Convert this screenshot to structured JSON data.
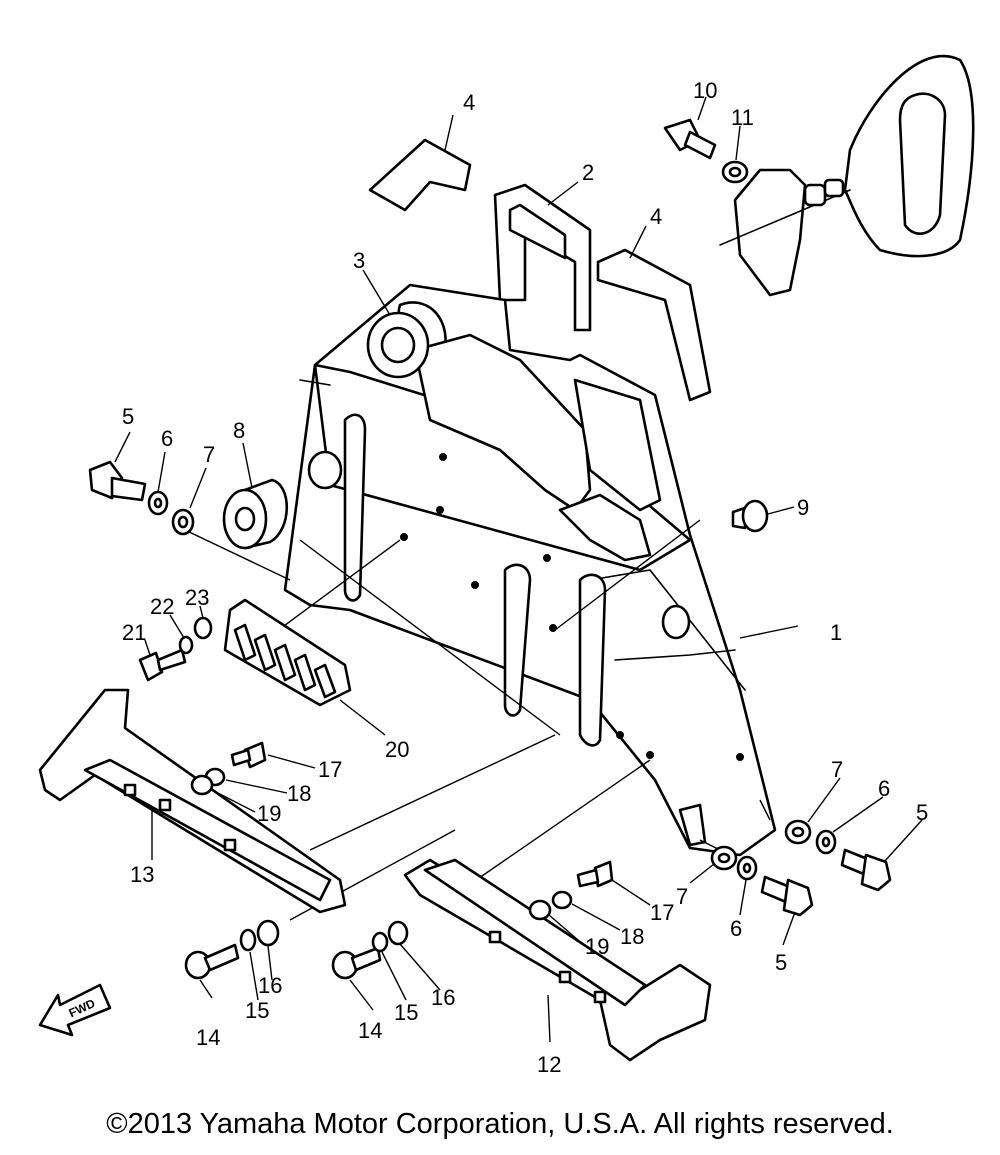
{
  "diagram": {
    "copyright": "©2013 Yamaha Motor Corporation, U.S.A. All rights reserved.",
    "fwd_label": "FWD",
    "callouts": [
      "1",
      "2",
      "3",
      "4",
      "5",
      "6",
      "7",
      "8",
      "9",
      "10",
      "11",
      "12",
      "13",
      "14",
      "15",
      "16",
      "17",
      "18",
      "19",
      "20",
      "21",
      "22",
      "23"
    ]
  }
}
